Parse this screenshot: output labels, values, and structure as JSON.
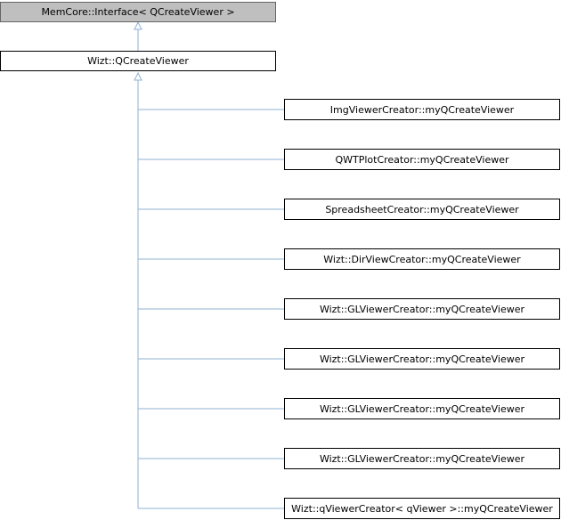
{
  "colors": {
    "connector": "#8fb1d3",
    "external_node_fill": "#bfbfbf",
    "node_fill": "#ffffff",
    "node_border": "#000000"
  },
  "diagram": {
    "external_parent": {
      "label": "MemCore::Interface< QCreateViewer >"
    },
    "base_class": {
      "label": "Wizt::QCreateViewer"
    },
    "derived_classes": [
      {
        "label": "ImgViewerCreator::myQCreateViewer"
      },
      {
        "label": "QWTPlotCreator::myQCreateViewer"
      },
      {
        "label": "SpreadsheetCreator::myQCreateViewer"
      },
      {
        "label": "Wizt::DirViewCreator::myQCreateViewer"
      },
      {
        "label": "Wizt::GLViewerCreator::myQCreateViewer"
      },
      {
        "label": "Wizt::GLViewerCreator::myQCreateViewer"
      },
      {
        "label": "Wizt::GLViewerCreator::myQCreateViewer"
      },
      {
        "label": "Wizt::GLViewerCreator::myQCreateViewer"
      },
      {
        "label": "Wizt::qViewerCreator< qViewer >::myQCreateViewer"
      }
    ]
  }
}
